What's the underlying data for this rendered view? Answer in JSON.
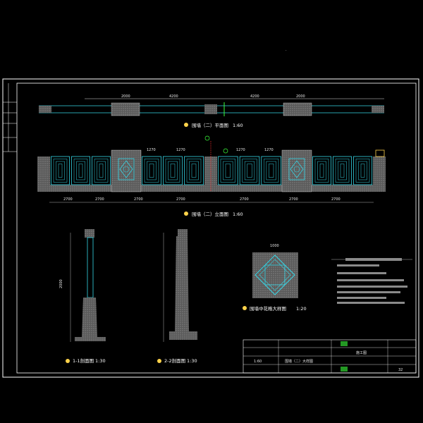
{
  "sheet": {
    "plan_title": "围墙（二）平面图",
    "plan_scale": "1:60",
    "elevation_title": "围墙（二）立面图",
    "elevation_scale": "1:60",
    "section1_title": "1-1剖面图",
    "section1_scale": "1:30",
    "section2_title": "2-2剖面图",
    "section2_scale": "1:30",
    "detail_title": "围墙中花格大样图",
    "detail_scale": "1:20",
    "title_block": {
      "drawing_name": "围墙（二）大样图",
      "stage": "施工图",
      "scale_value": "1:60",
      "sheet_no": "32"
    },
    "plan_dims": [
      "2000",
      "4200",
      "4200",
      "2000"
    ],
    "elev_dims_top": [
      "1270",
      "1270",
      "1270",
      "1270"
    ],
    "elev_dims_bottom": [
      "2700",
      "2700",
      "2700",
      "2700",
      "2700",
      "2700",
      "2700"
    ],
    "section_height": "2000",
    "detail_width": "1000"
  },
  "colors": {
    "background": "#000000",
    "frame": "#ffffff",
    "wall_fill": "#6b6b6b",
    "grille": "#35d6e6",
    "accent_red": "#ff3030",
    "accent_yellow": "#ffd34a",
    "accent_green": "#3cff3c"
  }
}
